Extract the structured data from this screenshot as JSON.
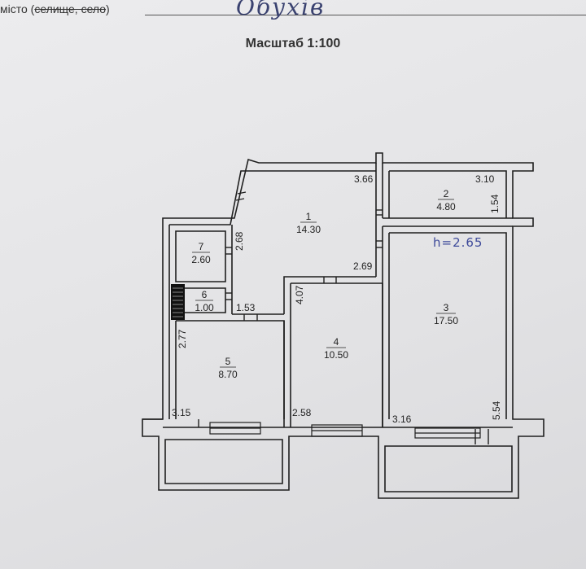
{
  "header": {
    "label_prefix": "місто (",
    "label_struck": "селище, село",
    "label_suffix": ")",
    "city_handwritten": "Обухів"
  },
  "scale_title": "Масштаб 1:100",
  "height_note": "h=2.65",
  "rooms": [
    {
      "id": "1",
      "number": "1",
      "area": "14.30"
    },
    {
      "id": "2",
      "number": "2",
      "area": "4.80"
    },
    {
      "id": "3",
      "number": "3",
      "area": "17.50"
    },
    {
      "id": "4",
      "number": "4",
      "area": "10.50"
    },
    {
      "id": "5",
      "number": "5",
      "area": "8.70"
    },
    {
      "id": "6",
      "number": "6",
      "area": "1.00"
    },
    {
      "id": "7",
      "number": "7",
      "area": "2.60"
    }
  ],
  "dimensions": [
    {
      "id": "d1",
      "value": "3.66"
    },
    {
      "id": "d2",
      "value": "3.10"
    },
    {
      "id": "d3",
      "value": "1.54"
    },
    {
      "id": "d4",
      "value": "2.68"
    },
    {
      "id": "d5",
      "value": "2.69"
    },
    {
      "id": "d6",
      "value": "4.07"
    },
    {
      "id": "d7",
      "value": "1.53"
    },
    {
      "id": "d8",
      "value": "2.77"
    },
    {
      "id": "d9",
      "value": "3.15"
    },
    {
      "id": "d10",
      "value": "2.58"
    },
    {
      "id": "d11",
      "value": "3.16"
    },
    {
      "id": "d12",
      "value": "5.54"
    }
  ]
}
